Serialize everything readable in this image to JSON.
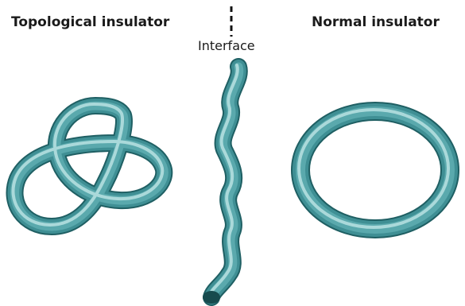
{
  "labels": {
    "topological": "Topological insulator",
    "normal": "Normal insulator",
    "interface": "Interface"
  },
  "colors": {
    "tube_main": "#3f8f94",
    "tube_dark": "#1f5f63",
    "tube_light": "#b9e2e2",
    "divider": "#111111"
  }
}
